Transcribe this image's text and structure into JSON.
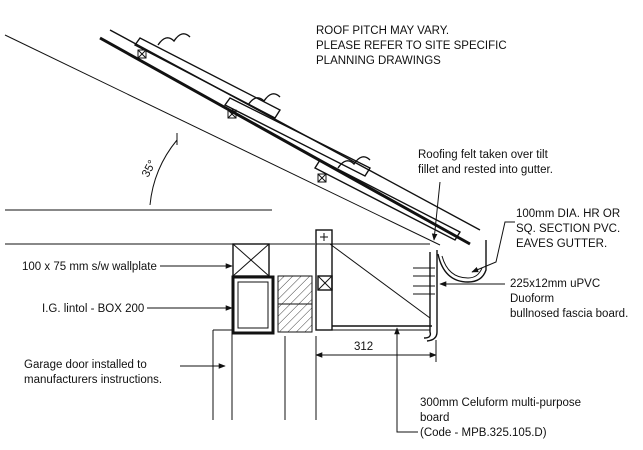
{
  "note": {
    "lines": [
      "ROOF PITCH MAY VARY.",
      "PLEASE REFER TO SITE SPECIFIC",
      "PLANNING DRAWINGS"
    ]
  },
  "pitch": {
    "angle": "35°"
  },
  "labels": {
    "felt": [
      "Roofing felt taken over tilt",
      "fillet and rested into gutter."
    ],
    "gutter": [
      "100mm DIA. HR OR",
      "SQ. SECTION PVC.",
      "EAVES GUTTER."
    ],
    "wallplate": [
      "100 x 75 mm s/w wallplate"
    ],
    "lintel": [
      "I.G. lintol - BOX 200"
    ],
    "fascia": [
      "225x12mm uPVC",
      "Duoform",
      "bullnosed fascia board."
    ],
    "garage": [
      "Garage door installed to",
      "manufacturers instructions."
    ],
    "soffit": [
      "300mm Celuform multi-purpose",
      "board",
      "(Code - MPB.325.105.D)"
    ]
  },
  "dimension": {
    "value": "312"
  }
}
